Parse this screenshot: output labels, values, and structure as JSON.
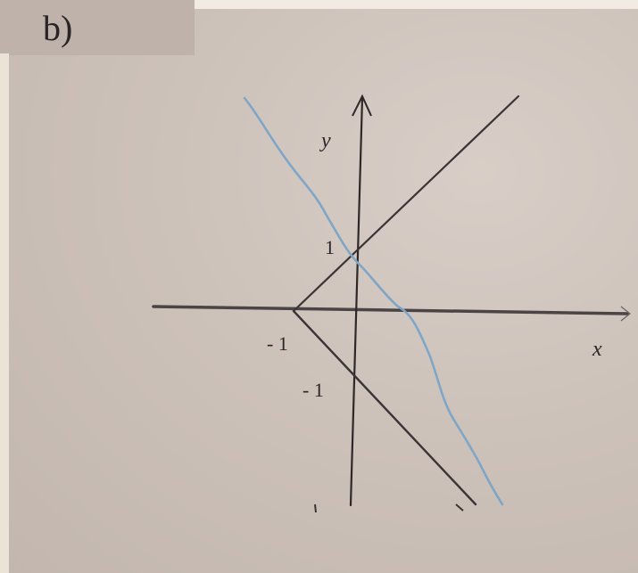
{
  "part_label": "b)",
  "axes": {
    "x_label": "x",
    "y_label": "y"
  },
  "ticks": {
    "x_neg_one": "- 1",
    "y_pos_one": "1",
    "y_neg_one": "- 1"
  },
  "colors": {
    "ink": "#3a3434",
    "hand_drawn_curve": "#7fa6c6",
    "paper": "#cdc2ba"
  }
}
